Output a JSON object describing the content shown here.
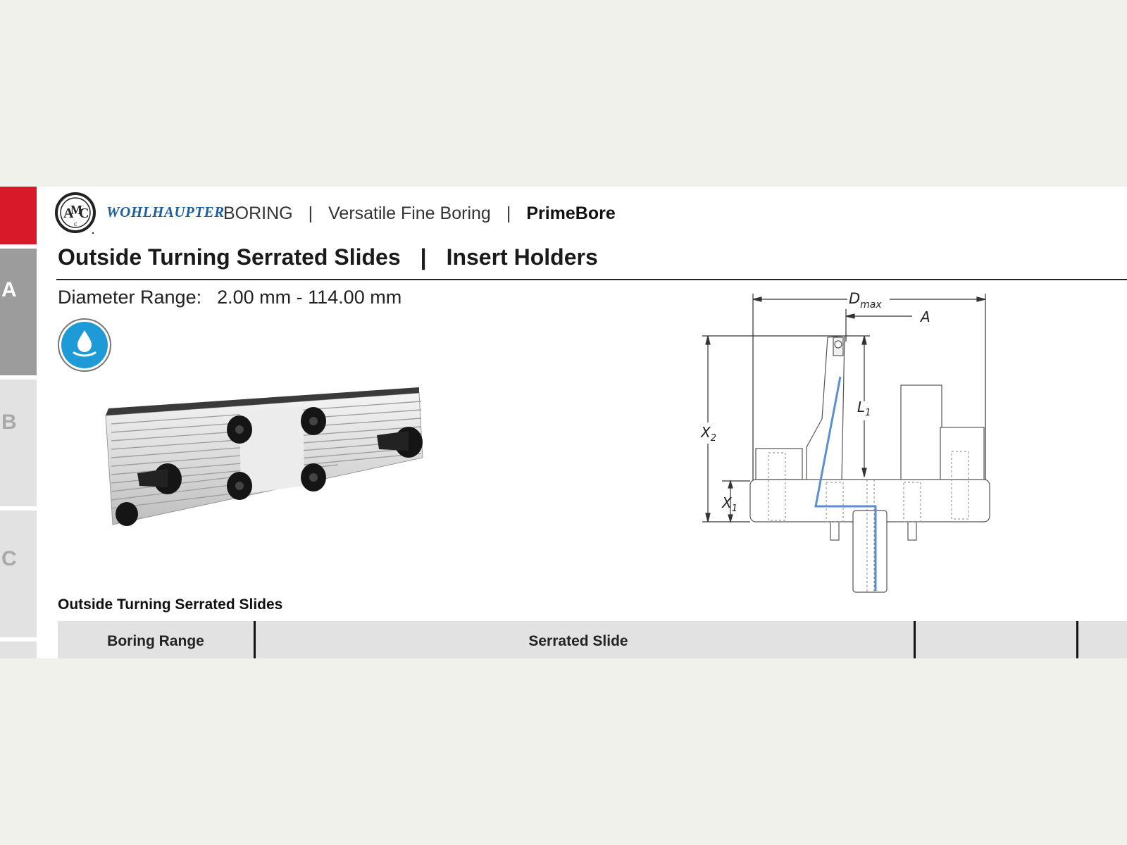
{
  "side_tabs": [
    "A",
    "B",
    "C"
  ],
  "header": {
    "brand": "WOHLHAUPTER",
    "breadcrumb": [
      "BORING",
      "Versatile Fine Boring",
      "PrimeBore"
    ],
    "separator": "|"
  },
  "title": {
    "left": "Outside Turning Serrated Slides",
    "right": "Insert Holders"
  },
  "diameter": {
    "label": "Diameter Range:",
    "value": "2.00 mm - 114.00 mm"
  },
  "drawing_labels": {
    "dmax": "D",
    "dmax_sub": "max",
    "a": "A",
    "l1": "L",
    "l1_sub": "1",
    "x2": "X",
    "x2_sub": "2",
    "x1": "X",
    "x1_sub": "1"
  },
  "table": {
    "title": "Outside Turning Serrated Slides",
    "headers": [
      "Boring Range",
      "Serrated Slide",
      "",
      ""
    ]
  },
  "colors": {
    "accent_red": "#d7192a",
    "brand_blue": "#1c5fa3",
    "coolant_blue": "#1e9ad6",
    "coolant_path": "#5b8fd0"
  },
  "icons": [
    "amc-logo",
    "coolant-drop-icon"
  ]
}
